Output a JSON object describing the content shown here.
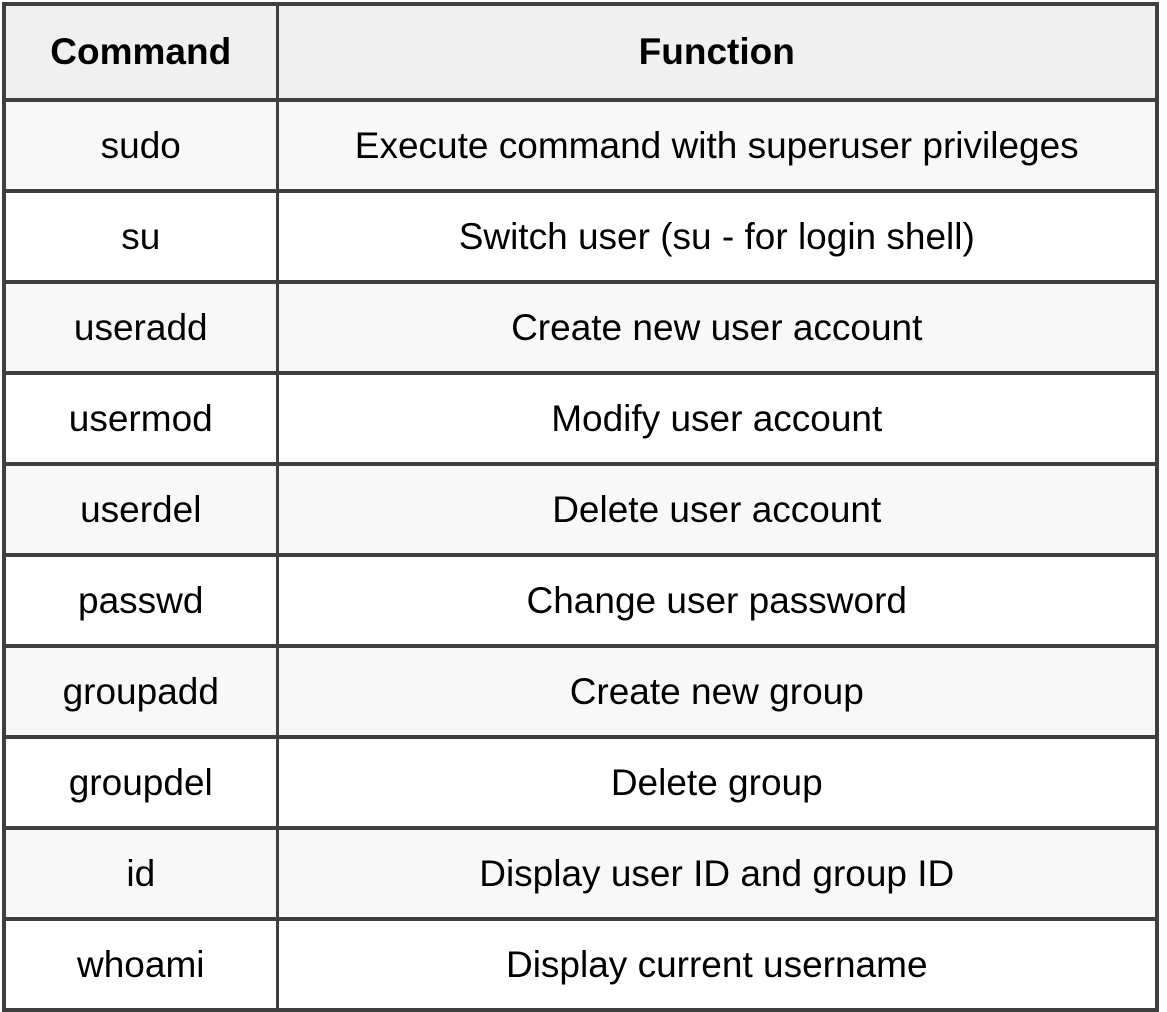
{
  "table": {
    "columns": [
      {
        "key": "command",
        "label": "Command"
      },
      {
        "key": "function",
        "label": "Function"
      }
    ],
    "rows": [
      {
        "command": "sudo",
        "function": "Execute command with superuser privileges"
      },
      {
        "command": "su",
        "function": "Switch user (su - for login shell)"
      },
      {
        "command": "useradd",
        "function": "Create new user account"
      },
      {
        "command": "usermod",
        "function": "Modify user account"
      },
      {
        "command": "userdel",
        "function": "Delete user account"
      },
      {
        "command": "passwd",
        "function": "Change user password"
      },
      {
        "command": "groupadd",
        "function": "Create new group"
      },
      {
        "command": "groupdel",
        "function": "Delete group"
      },
      {
        "command": "id",
        "function": "Display user ID and group ID"
      },
      {
        "command": "whoami",
        "function": "Display current username"
      }
    ]
  },
  "colors": {
    "border": "#3f3f3f",
    "header_background": "#f0f0f0",
    "row_odd_background": "#f8f8f8",
    "row_even_background": "#ffffff",
    "text": "#000000"
  }
}
